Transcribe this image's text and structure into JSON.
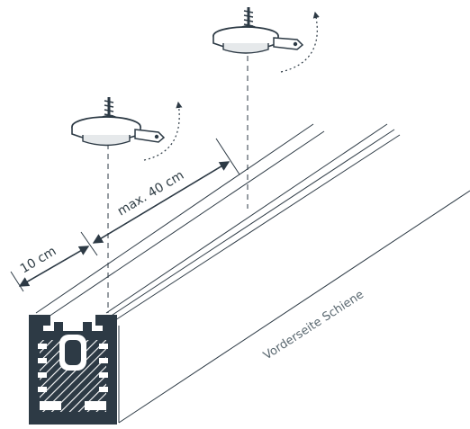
{
  "labels": {
    "edge_distance": "10 cm",
    "max_spacing": "max. 40 cm",
    "rail_front": "Vorderseite Schiene"
  },
  "colors": {
    "profile": "#2d3a45",
    "line": "#2d3a45",
    "background": "#ffffff"
  }
}
